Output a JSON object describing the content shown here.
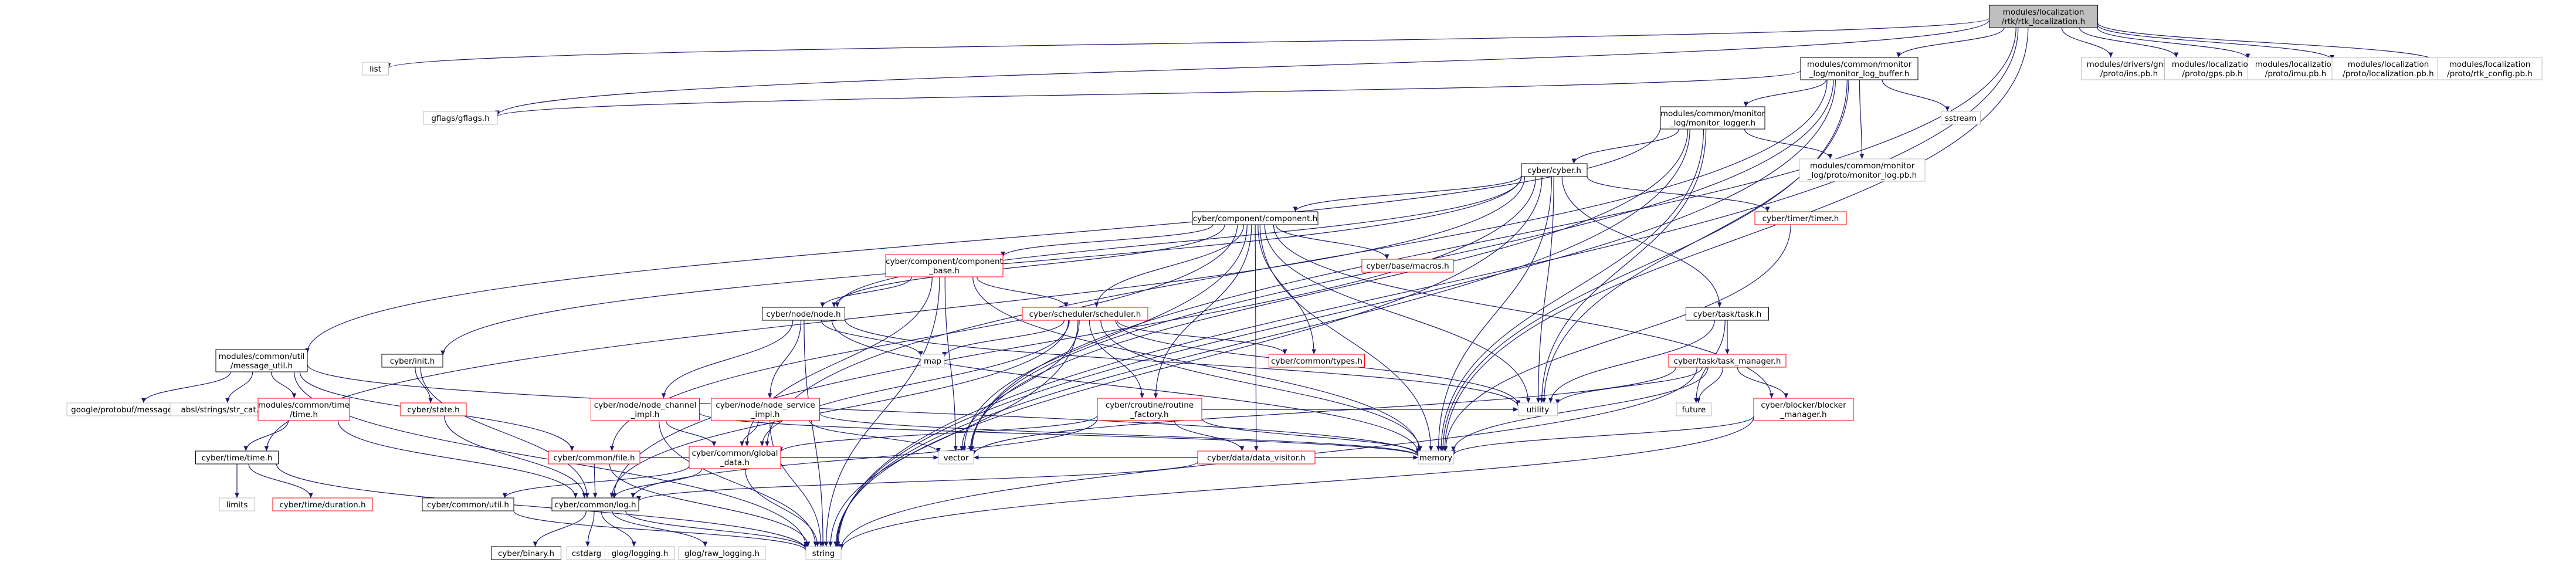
{
  "colors": {
    "edge": "#191970",
    "root_fill": "#bfbfbf",
    "node_fill": "#ffffff",
    "node_border_documented": "#000000",
    "node_border_truncated": "#ff0000",
    "node_border_external": "#bfbfbf",
    "text": "#000000"
  },
  "diagram": {
    "nodes": [
      {
        "id": "root",
        "lines": [
          "modules/localization",
          "/rtk/rtk_localization.h"
        ],
        "style": "root"
      },
      {
        "id": "list",
        "lines": [
          "list"
        ],
        "style": "external"
      },
      {
        "id": "gflags",
        "lines": [
          "gflags/gflags.h"
        ],
        "style": "external"
      },
      {
        "id": "log_buffer",
        "lines": [
          "modules/common/monitor",
          "_log/monitor_log_buffer.h"
        ],
        "style": "doc"
      },
      {
        "id": "sstream",
        "lines": [
          "sstream"
        ],
        "style": "external"
      },
      {
        "id": "ins_pb",
        "lines": [
          "modules/drivers/gnss",
          "/proto/ins.pb.h"
        ],
        "style": "external"
      },
      {
        "id": "gps_pb",
        "lines": [
          "modules/localization",
          "/proto/gps.pb.h"
        ],
        "style": "external"
      },
      {
        "id": "imu_pb",
        "lines": [
          "modules/localization",
          "/proto/imu.pb.h"
        ],
        "style": "external"
      },
      {
        "id": "loc_pb",
        "lines": [
          "modules/localization",
          "/proto/localization.pb.h"
        ],
        "style": "external"
      },
      {
        "id": "rtk_cfg",
        "lines": [
          "modules/localization",
          "/proto/rtk_config.pb.h"
        ],
        "style": "external"
      },
      {
        "id": "monitor_logger",
        "lines": [
          "modules/common/monitor",
          "_log/monitor_logger.h"
        ],
        "style": "doc"
      },
      {
        "id": "monitor_log_pb",
        "lines": [
          "modules/common/monitor",
          "_log/proto/monitor_log.pb.h"
        ],
        "style": "external"
      },
      {
        "id": "cyber_h",
        "lines": [
          "cyber/cyber.h"
        ],
        "style": "doc"
      },
      {
        "id": "timer_h",
        "lines": [
          "cyber/timer/timer.h"
        ],
        "style": "truncated"
      },
      {
        "id": "component_h",
        "lines": [
          "cyber/component/component.h"
        ],
        "style": "doc"
      },
      {
        "id": "component_base",
        "lines": [
          "cyber/component/component",
          "_base.h"
        ],
        "style": "truncated"
      },
      {
        "id": "macros_h",
        "lines": [
          "cyber/base/macros.h"
        ],
        "style": "truncated"
      },
      {
        "id": "scheduler_h",
        "lines": [
          "cyber/scheduler/scheduler.h"
        ],
        "style": "truncated"
      },
      {
        "id": "node_h",
        "lines": [
          "cyber/node/node.h"
        ],
        "style": "doc"
      },
      {
        "id": "map",
        "lines": [
          "map"
        ],
        "style": "external"
      },
      {
        "id": "types_h",
        "lines": [
          "cyber/common/types.h"
        ],
        "style": "truncated"
      },
      {
        "id": "task_h",
        "lines": [
          "cyber/task/task.h"
        ],
        "style": "doc"
      },
      {
        "id": "task_manager_h",
        "lines": [
          "cyber/task/task_manager.h"
        ],
        "style": "truncated"
      },
      {
        "id": "message_util",
        "lines": [
          "modules/common/util",
          "/message_util.h"
        ],
        "style": "doc"
      },
      {
        "id": "init_h",
        "lines": [
          "cyber/init.h"
        ],
        "style": "doc"
      },
      {
        "id": "node_channel_impl",
        "lines": [
          "cyber/node/node_channel",
          "_impl.h"
        ],
        "style": "truncated"
      },
      {
        "id": "node_service_impl",
        "lines": [
          "cyber/node/node_service",
          "_impl.h"
        ],
        "style": "truncated"
      },
      {
        "id": "routine_factory",
        "lines": [
          "cyber/croutine/routine",
          "_factory.h"
        ],
        "style": "truncated"
      },
      {
        "id": "utility",
        "lines": [
          "utility"
        ],
        "style": "external"
      },
      {
        "id": "future",
        "lines": [
          "future"
        ],
        "style": "external"
      },
      {
        "id": "blocker_manager",
        "lines": [
          "cyber/blocker/blocker",
          "_manager.h"
        ],
        "style": "truncated"
      },
      {
        "id": "message_h",
        "lines": [
          "google/protobuf/message.h"
        ],
        "style": "external"
      },
      {
        "id": "str_cat_h",
        "lines": [
          "absl/strings/str_cat.h"
        ],
        "style": "external"
      },
      {
        "id": "common_time_h",
        "lines": [
          "modules/common/time",
          "/time.h"
        ],
        "style": "truncated"
      },
      {
        "id": "state_h",
        "lines": [
          "cyber/state.h"
        ],
        "style": "truncated"
      },
      {
        "id": "file_h",
        "lines": [
          "cyber/common/file.h"
        ],
        "style": "truncated"
      },
      {
        "id": "global_data_h",
        "lines": [
          "cyber/common/global",
          "_data.h"
        ],
        "style": "truncated"
      },
      {
        "id": "data_visitor_h",
        "lines": [
          "cyber/data/data_visitor.h"
        ],
        "style": "truncated"
      },
      {
        "id": "vector",
        "lines": [
          "vector"
        ],
        "style": "external"
      },
      {
        "id": "memory",
        "lines": [
          "memory"
        ],
        "style": "external"
      },
      {
        "id": "time_h",
        "lines": [
          "cyber/time/time.h"
        ],
        "style": "doc"
      },
      {
        "id": "util_h",
        "lines": [
          "cyber/common/util.h"
        ],
        "style": "doc"
      },
      {
        "id": "log_h",
        "lines": [
          "cyber/common/log.h"
        ],
        "style": "doc"
      },
      {
        "id": "limits",
        "lines": [
          "limits"
        ],
        "style": "external"
      },
      {
        "id": "duration_h",
        "lines": [
          "cyber/time/duration.h"
        ],
        "style": "truncated"
      },
      {
        "id": "binary_h",
        "lines": [
          "cyber/binary.h"
        ],
        "style": "doc"
      },
      {
        "id": "cstdarg",
        "lines": [
          "cstdarg"
        ],
        "style": "external"
      },
      {
        "id": "glog_h",
        "lines": [
          "glog/logging.h"
        ],
        "style": "external"
      },
      {
        "id": "raw_logging_h",
        "lines": [
          "glog/raw_logging.h"
        ],
        "style": "external"
      },
      {
        "id": "string",
        "lines": [
          "string"
        ],
        "style": "external"
      }
    ],
    "edges": [
      [
        "root",
        "list"
      ],
      [
        "root",
        "gflags"
      ],
      [
        "root",
        "log_buffer"
      ],
      [
        "root",
        "ins_pb"
      ],
      [
        "root",
        "gps_pb"
      ],
      [
        "root",
        "imu_pb"
      ],
      [
        "root",
        "loc_pb"
      ],
      [
        "root",
        "rtk_cfg"
      ],
      [
        "root",
        "vector"
      ],
      [
        "root",
        "memory"
      ],
      [
        "root",
        "string"
      ],
      [
        "log_buffer",
        "gflags"
      ],
      [
        "log_buffer",
        "sstream"
      ],
      [
        "log_buffer",
        "monitor_logger"
      ],
      [
        "log_buffer",
        "monitor_log_pb"
      ],
      [
        "log_buffer",
        "utility"
      ],
      [
        "log_buffer",
        "global_data_h"
      ],
      [
        "log_buffer",
        "memory"
      ],
      [
        "log_buffer",
        "vector"
      ],
      [
        "log_buffer",
        "string"
      ],
      [
        "monitor_logger",
        "cyber_h"
      ],
      [
        "monitor_logger",
        "monitor_log_pb"
      ],
      [
        "monitor_logger",
        "message_util"
      ],
      [
        "monitor_logger",
        "utility"
      ],
      [
        "monitor_logger",
        "memory"
      ],
      [
        "monitor_logger",
        "vector"
      ],
      [
        "monitor_logger",
        "string"
      ],
      [
        "cyber_h",
        "component_h"
      ],
      [
        "cyber_h",
        "timer_h"
      ],
      [
        "cyber_h",
        "task_h"
      ],
      [
        "cyber_h",
        "init_h"
      ],
      [
        "cyber_h",
        "node_h"
      ],
      [
        "cyber_h",
        "log_h"
      ],
      [
        "cyber_h",
        "time_h"
      ],
      [
        "cyber_h",
        "utility"
      ],
      [
        "cyber_h",
        "memory"
      ],
      [
        "cyber_h",
        "string"
      ],
      [
        "timer_h",
        "memory"
      ],
      [
        "component_h",
        "component_base"
      ],
      [
        "component_h",
        "macros_h"
      ],
      [
        "component_h",
        "scheduler_h"
      ],
      [
        "component_h",
        "node_h"
      ],
      [
        "component_h",
        "types_h"
      ],
      [
        "component_h",
        "routine_factory"
      ],
      [
        "component_h",
        "data_visitor_h"
      ],
      [
        "component_h",
        "blocker_manager"
      ],
      [
        "component_h",
        "utility"
      ],
      [
        "component_h",
        "vector"
      ],
      [
        "component_h",
        "memory"
      ],
      [
        "component_h",
        "file_h"
      ],
      [
        "component_base",
        "scheduler_h"
      ],
      [
        "component_base",
        "node_h"
      ],
      [
        "component_base",
        "global_data_h"
      ],
      [
        "component_base",
        "vector"
      ],
      [
        "component_base",
        "memory"
      ],
      [
        "component_base",
        "string"
      ],
      [
        "scheduler_h",
        "map"
      ],
      [
        "scheduler_h",
        "types_h"
      ],
      [
        "scheduler_h",
        "routine_factory"
      ],
      [
        "scheduler_h",
        "global_data_h"
      ],
      [
        "scheduler_h",
        "log_h"
      ],
      [
        "scheduler_h",
        "utility"
      ],
      [
        "scheduler_h",
        "vector"
      ],
      [
        "scheduler_h",
        "memory"
      ],
      [
        "scheduler_h",
        "string"
      ],
      [
        "node_h",
        "node_channel_impl"
      ],
      [
        "node_h",
        "node_service_impl"
      ],
      [
        "node_h",
        "map"
      ],
      [
        "node_h",
        "memory"
      ],
      [
        "node_h",
        "utility"
      ],
      [
        "node_h",
        "string"
      ],
      [
        "node_channel_impl",
        "global_data_h"
      ],
      [
        "node_channel_impl",
        "memory"
      ],
      [
        "node_channel_impl",
        "string"
      ],
      [
        "node_service_impl",
        "global_data_h"
      ],
      [
        "node_service_impl",
        "vector"
      ],
      [
        "node_service_impl",
        "memory"
      ],
      [
        "node_service_impl",
        "string"
      ],
      [
        "routine_factory",
        "data_visitor_h"
      ],
      [
        "routine_factory",
        "global_data_h"
      ],
      [
        "routine_factory",
        "log_h"
      ],
      [
        "routine_factory",
        "utility"
      ],
      [
        "routine_factory",
        "memory"
      ],
      [
        "data_visitor_h",
        "log_h"
      ],
      [
        "data_visitor_h",
        "vector"
      ],
      [
        "data_visitor_h",
        "memory"
      ],
      [
        "task_h",
        "task_manager_h"
      ],
      [
        "task_h",
        "future"
      ],
      [
        "task_h",
        "utility"
      ],
      [
        "task_manager_h",
        "blocker_manager"
      ],
      [
        "task_manager_h",
        "future"
      ],
      [
        "task_manager_h",
        "utility"
      ],
      [
        "task_manager_h",
        "vector"
      ],
      [
        "task_manager_h",
        "memory"
      ],
      [
        "task_manager_h",
        "string"
      ],
      [
        "blocker_manager",
        "memory"
      ],
      [
        "blocker_manager",
        "string"
      ],
      [
        "init_h",
        "state_h"
      ],
      [
        "init_h",
        "log_h"
      ],
      [
        "state_h",
        "log_h"
      ],
      [
        "message_util",
        "message_h"
      ],
      [
        "message_util",
        "str_cat_h"
      ],
      [
        "message_util",
        "common_time_h"
      ],
      [
        "message_util",
        "file_h"
      ],
      [
        "message_util",
        "memory"
      ],
      [
        "message_util",
        "string"
      ],
      [
        "common_time_h",
        "time_h"
      ],
      [
        "common_time_h",
        "log_h"
      ],
      [
        "file_h",
        "log_h"
      ],
      [
        "file_h",
        "string"
      ],
      [
        "file_h",
        "vector"
      ],
      [
        "global_data_h",
        "log_h"
      ],
      [
        "global_data_h",
        "util_h"
      ],
      [
        "global_data_h",
        "string"
      ],
      [
        "time_h",
        "limits"
      ],
      [
        "time_h",
        "duration_h"
      ],
      [
        "time_h",
        "string"
      ],
      [
        "util_h",
        "string"
      ],
      [
        "log_h",
        "binary_h"
      ],
      [
        "log_h",
        "cstdarg"
      ],
      [
        "log_h",
        "glog_h"
      ],
      [
        "log_h",
        "raw_logging_h"
      ],
      [
        "log_h",
        "string"
      ]
    ]
  }
}
